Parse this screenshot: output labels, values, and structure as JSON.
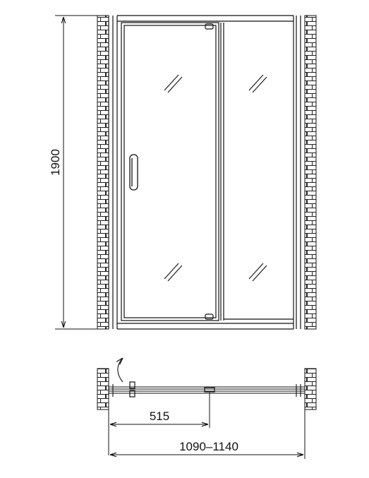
{
  "diagram": {
    "dimensions": {
      "height": "1900",
      "door_width": "515",
      "total_width": "1090–1140"
    },
    "colors": {
      "line": "#111111",
      "background": "#ffffff"
    }
  }
}
